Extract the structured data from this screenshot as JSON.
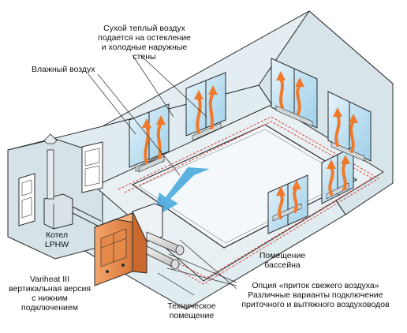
{
  "labels": {
    "warm_air": "Сухой теплый воздух\nподается на остекление\nи холодные наружные\nстены",
    "humid_air": "Влажный воздух",
    "boiler": "Котел\nLPHW",
    "unit": "Variheat III\nвертикальная версия\nс нижним\nподключением",
    "tech_room": "Техническое\nпомещение",
    "pool_room": "Помещение\nбассейна",
    "option": "Опция «приток свежего воздуха»\nРазличные варианты подключение\nприточного и вытяжного воздуховодов"
  },
  "colors": {
    "wall_fill": "#dde8ec",
    "pool_fill": "#f1f6f8",
    "line": "#2b2b2b",
    "duct_red": "#d9463c",
    "warm_arrow": "#f07a2a",
    "cool_arrow": "#4aa9dc",
    "unit_orange": "#e88d4c",
    "unit_dark": "#c96a2c",
    "glass": "#cfe6f2"
  }
}
